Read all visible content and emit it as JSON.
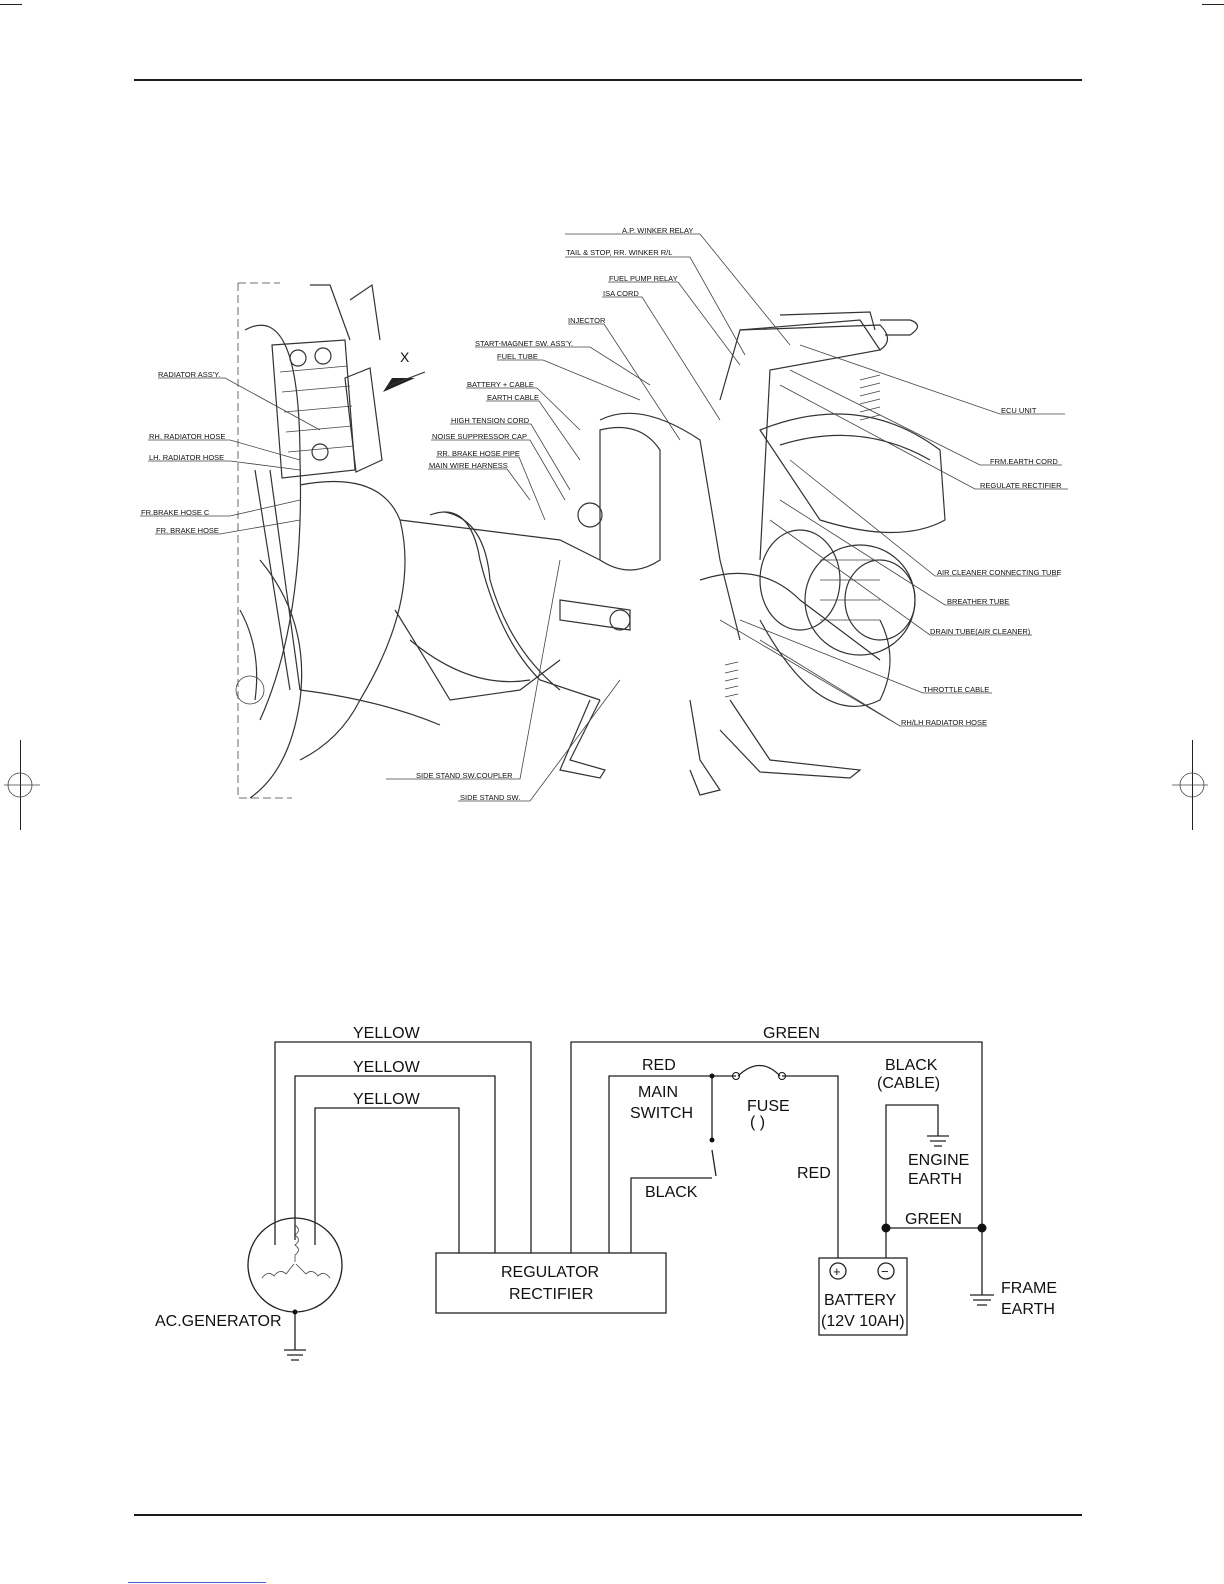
{
  "layout_diagram": {
    "labels": {
      "ap_winker_relay": "A.P. WINKER RELAY",
      "tail_stop": "TAIL & STOP, RR. WINKER R/L",
      "fuel_pump_relay": "FUEL PUMP RELAY",
      "isa_cord": "ISA CORD",
      "injector": "INJECTOR",
      "start_magnet": "START-MAGNET SW. ASS'Y.",
      "fuel_tube": "FUEL TUBE",
      "battery_cable": "BATTERY + CABLE",
      "earth_cable": "EARTH CABLE",
      "high_tension": "HIGH TENSION CORD",
      "noise_cap": "NOISE SUPPRESSOR CAP",
      "rr_brake": "RR. BRAKE HOSE PIPE",
      "main_harness": "MAIN WIRE HARNESS",
      "radiator_assy": "RADIATOR ASS'Y.",
      "rh_radiator": "RH. RADIATOR HOSE",
      "lh_radiator": "LH. RADIATOR HOSE",
      "fr_brake_c": "FR.BRAKE HOSE C",
      "fr_brake": "FR. BRAKE HOSE",
      "ecu": "ECU UNIT",
      "frm_earth": "FRM.EARTH CORD",
      "reg_rect": "REGULATE RECTIFIER",
      "air_cleaner_tube": "AIR CLEANER CONNECTING TUBE",
      "breather": "BREATHER TUBE",
      "drain": "DRAIN TUBE(AIR CLEANER)",
      "throttle": "THROTTLE CABLE",
      "rhlh_radiator": "RH/LH RADIATOR HOSE",
      "side_coupler": "SIDE STAND SW.COUPLER",
      "side_sw": "SIDE STAND SW.",
      "view_mark": "X"
    }
  },
  "wiring_diagram": {
    "yellow1": "YELLOW",
    "yellow2": "YELLOW",
    "yellow3": "YELLOW",
    "green_top": "GREEN",
    "red_top": "RED",
    "main_switch_1": "MAIN",
    "main_switch_2": "SWITCH",
    "fuse": "FUSE",
    "fuse_paren": "(      )",
    "black_cable_1": "BLACK",
    "black_cable_2": "(CABLE)",
    "engine_earth_1": "ENGINE",
    "engine_earth_2": "EARTH",
    "red_mid": "RED",
    "black_mid": "BLACK",
    "green_mid": "GREEN",
    "regulator_1": "REGULATOR",
    "regulator_2": "RECTIFIER",
    "battery_1": "BATTERY",
    "battery_2": "(12V 10AH)",
    "plus": "+",
    "minus": "−",
    "frame_earth_1": "FRAME",
    "frame_earth_2": "EARTH",
    "generator": "AC.GENERATOR"
  }
}
